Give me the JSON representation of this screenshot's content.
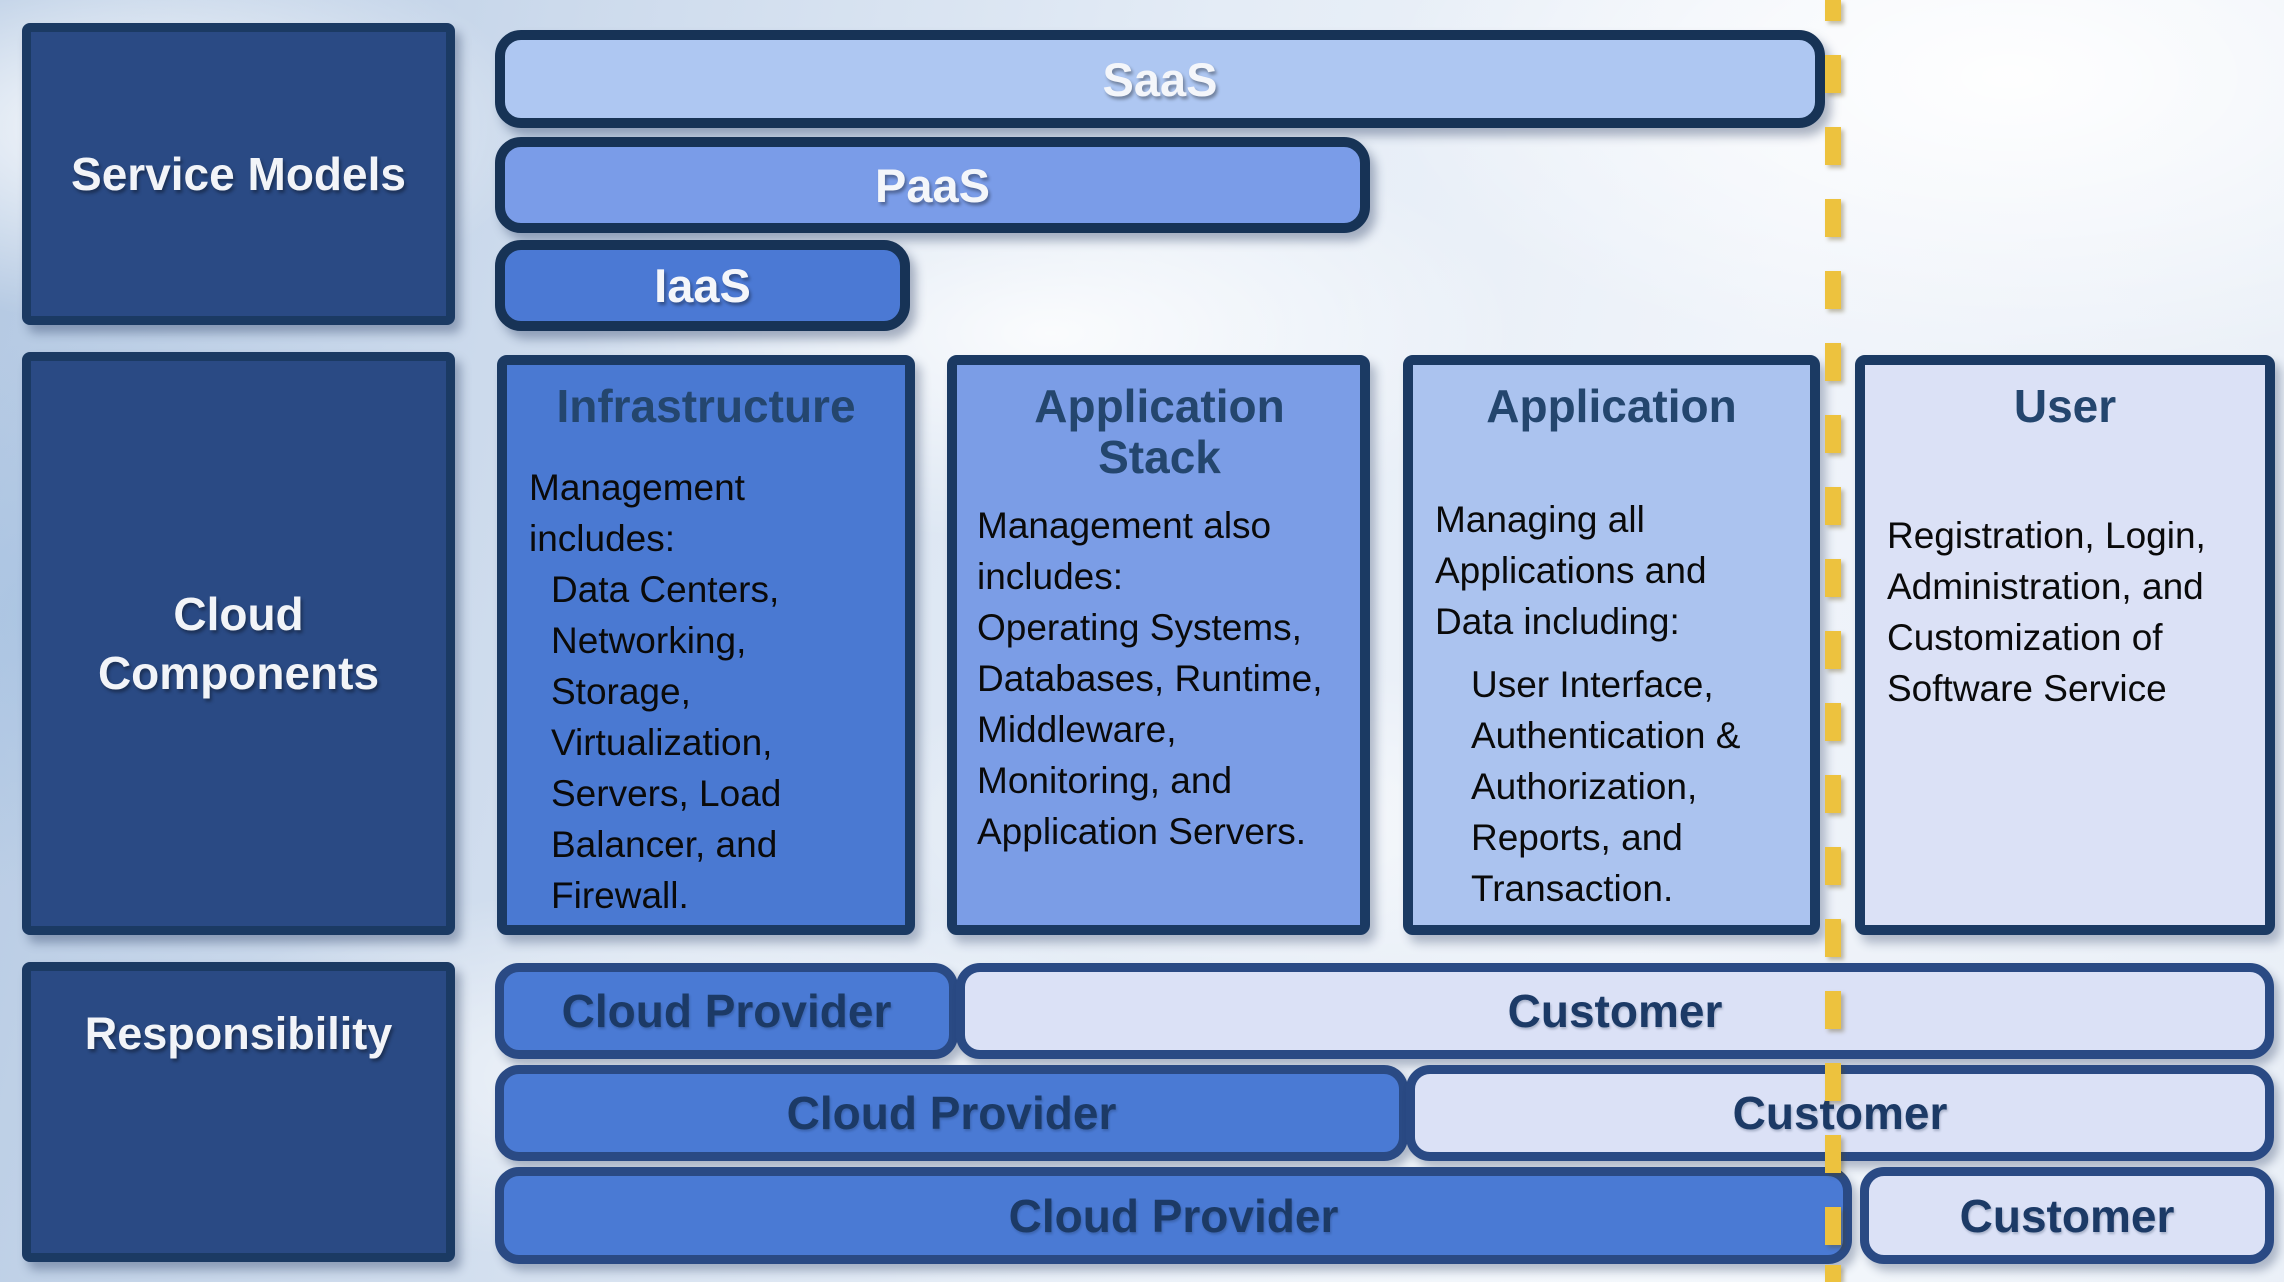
{
  "row_labels": {
    "service_models": "Service Models",
    "cloud_components": "Cloud Components",
    "responsibility": "Responsibility"
  },
  "service_models": {
    "bars": [
      {
        "label": "SaaS"
      },
      {
        "label": "PaaS"
      },
      {
        "label": "IaaS"
      }
    ]
  },
  "cloud_components": {
    "columns": [
      {
        "title": "Infrastructure",
        "intro": "Management includes:",
        "items": "Data Centers, Networking, Storage, Virtualization, Servers, Load Balancer, and Firewall."
      },
      {
        "title": "Application Stack",
        "intro": "Management also includes:",
        "items": "Operating Systems, Databases, Runtime, Middleware, Monitoring, and Application Servers."
      },
      {
        "title": "Application",
        "intro": "Managing all Applications and Data including:",
        "items": "User Interface, Authentication & Authorization, Reports, and Transaction."
      },
      {
        "title": "User",
        "intro": "Registration, Login, Administration, and Customization of Software Service"
      }
    ]
  },
  "responsibility": {
    "rows": [
      {
        "provider": "Cloud Provider",
        "customer": "Customer"
      },
      {
        "provider": "Cloud Provider",
        "customer": "Customer"
      },
      {
        "provider": "Cloud Provider",
        "customer": "Customer"
      }
    ]
  },
  "colors": {
    "navy_label_fill": "#2a4a84",
    "box_border": "#1b3a63",
    "saas_fill": "#aec7f2",
    "paas_fill": "#7a9ce8",
    "iaas_fill": "#4b79d4",
    "infrastructure_fill": "#4a79d2",
    "application_stack_fill": "#7b9de6",
    "application_fill": "#abc3ef",
    "user_fill": "#dbe1f6",
    "cloud_provider_fill": "#4a7ad4",
    "customer_fill": "#dbe1f6",
    "divider_yellow": "#edc23e",
    "card_title_text": "#24466e",
    "row_label_text": "#1c3a66",
    "light_label_text": "#f4f6fa",
    "body_text": "#0a0a0a"
  }
}
